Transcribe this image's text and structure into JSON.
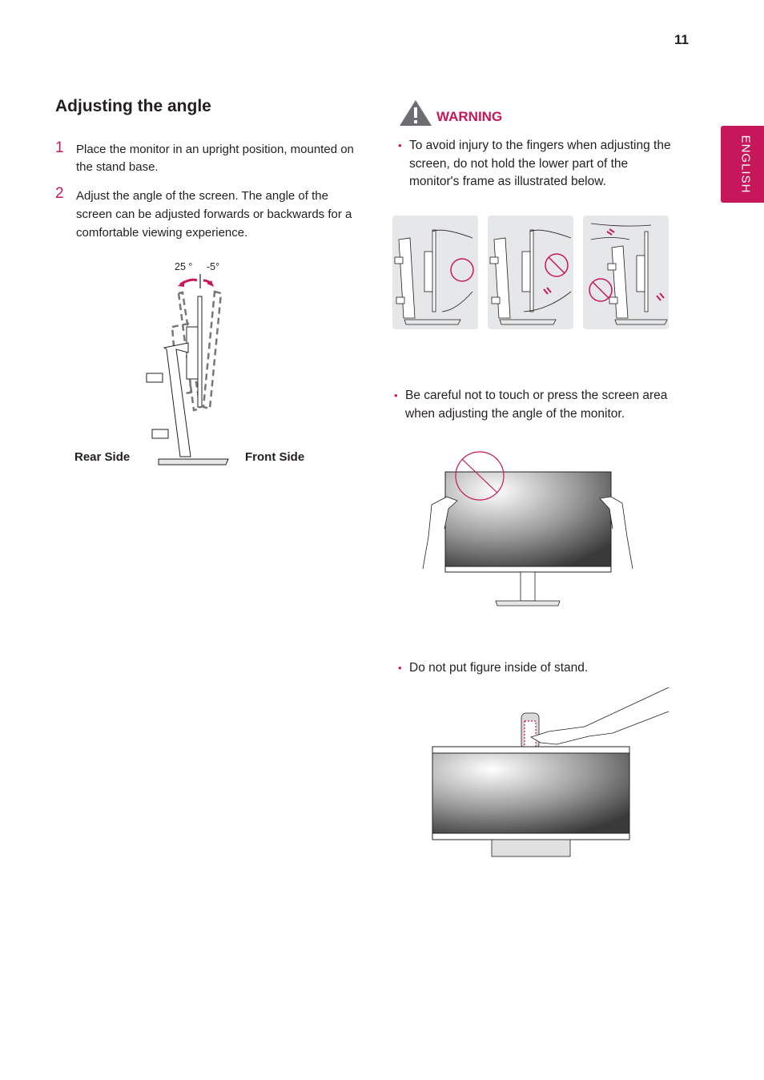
{
  "page": {
    "number": "11",
    "language_tab": "ENGLISH"
  },
  "section": {
    "title": "Adjusting the angle",
    "steps": [
      {
        "num": "1",
        "text": "Place the monitor in an upright position, mounted on the stand base."
      },
      {
        "num": "2",
        "text": "Adjust the angle of the screen. The angle of the screen can be adjusted forwards or backwards for a comfortable viewing experience."
      }
    ],
    "diagram": {
      "angle_back": "25 °",
      "angle_forward": "-5°",
      "rear_label": "Rear Side",
      "front_label": "Front Side"
    }
  },
  "warning": {
    "label": "WARNING",
    "bullets": [
      {
        "text": "To avoid injury to the fingers when adjusting the screen, do not hold the lower part of the monitor's frame as illustrated below."
      },
      {
        "text": "Be careful not to touch or press the screen area when adjusting the angle of the monitor."
      },
      {
        "text": "Do not put figure inside of stand."
      }
    ],
    "bullet_glyph": "•"
  },
  "colors": {
    "accent": "#c6175a",
    "text": "#231f20",
    "panel": "#e6e7e8",
    "icon_gray": "#6d6e71"
  }
}
